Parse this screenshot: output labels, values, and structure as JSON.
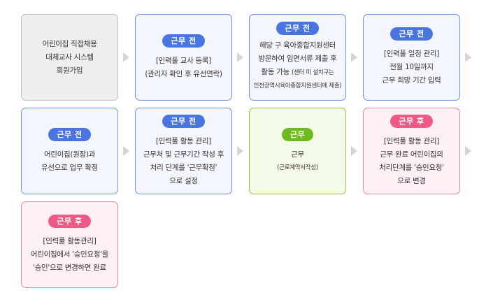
{
  "steps": [
    {
      "badge": "",
      "lines": [
        "어린이집 직접채용",
        "대체교사 시스템",
        "회원가입"
      ]
    },
    {
      "badge": "근무 전",
      "lines": [
        "[인력풀 교사 등록]",
        "(관리자 확인 후 유선연락)"
      ]
    },
    {
      "badge": "근무 전",
      "lines": [
        "해당 구 육아종합지원센터",
        "방문하여 임면서류 제출 후",
        "활동 가능"
      ],
      "note1": "(센터 미 설치구는",
      "note2": "인천광역시육아종합지원센터에 제출)"
    },
    {
      "badge": "근무 전",
      "lines": [
        "[인력풀 일정 관리]",
        "전월 10일까지",
        "근무 희망 기간 입력"
      ]
    },
    {
      "badge": "근무 전",
      "lines": [
        "어린이집(원장)과",
        "유선으로 업무 확정"
      ]
    },
    {
      "badge": "근무 전",
      "lines": [
        "[인력풀 활동 관리]",
        "근무처 및 근무기간 작성 후",
        "처리 단계를 '근무확정'",
        "으로 설정"
      ]
    },
    {
      "badge": "근무",
      "lines": [
        "근무"
      ],
      "note1": "(근로계약서작성)"
    },
    {
      "badge": "근무 후",
      "lines": [
        "[인력풀 활동 관리]",
        "근무 완료 어린이집의",
        "처리단계를 '승인요청'",
        "으로 변경"
      ]
    },
    {
      "badge": "근무 후",
      "lines": [
        "[인력풀 활동관리]",
        "어린이집에서 '승인요청'을",
        "'승인'으로 변경하면 완료"
      ]
    }
  ],
  "colors": {
    "blue": "#4a74e0",
    "green": "#6cbc1e",
    "pink": "#ee5a86",
    "gray": "#bdbdbd"
  }
}
